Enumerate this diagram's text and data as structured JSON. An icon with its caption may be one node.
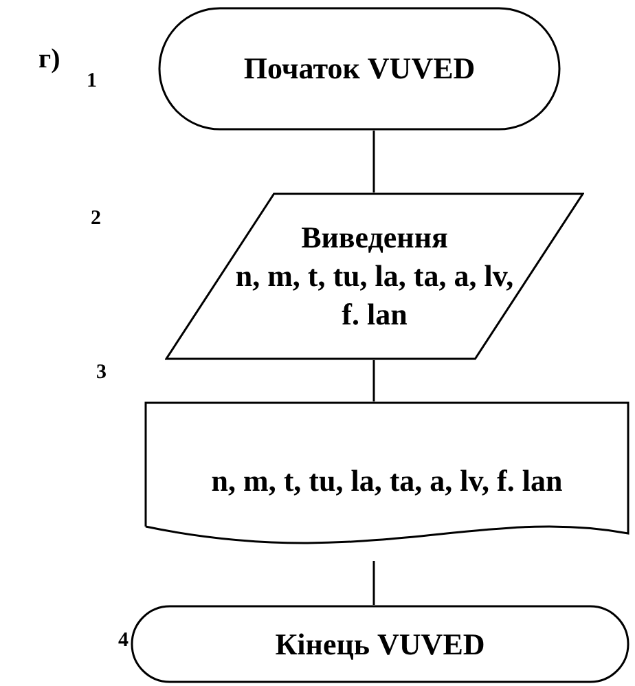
{
  "diagram": {
    "nodes": [
      {
        "text": [
          "Початок VUVED"
        ]
      },
      {
        "text": [
          "Виведення",
          "n, m, t, tu, la, ta, a, lv, f. lan"
        ]
      },
      {
        "text": [
          "n, m, t, tu, la, ta, a, lv, f. lan"
        ]
      },
      {
        "text": [
          "Кінець VUVED"
        ]
      }
    ],
    "edges": [
      {
        "from": 0,
        "to": 1,
        "arrow": "none"
      },
      {
        "from": 1,
        "to": 2,
        "arrow": "none"
      },
      {
        "from": 2,
        "to": 3,
        "arrow": "none"
      }
    ],
    "labels": [
      "г)",
      "1",
      "2",
      "3",
      "4"
    ]
  }
}
